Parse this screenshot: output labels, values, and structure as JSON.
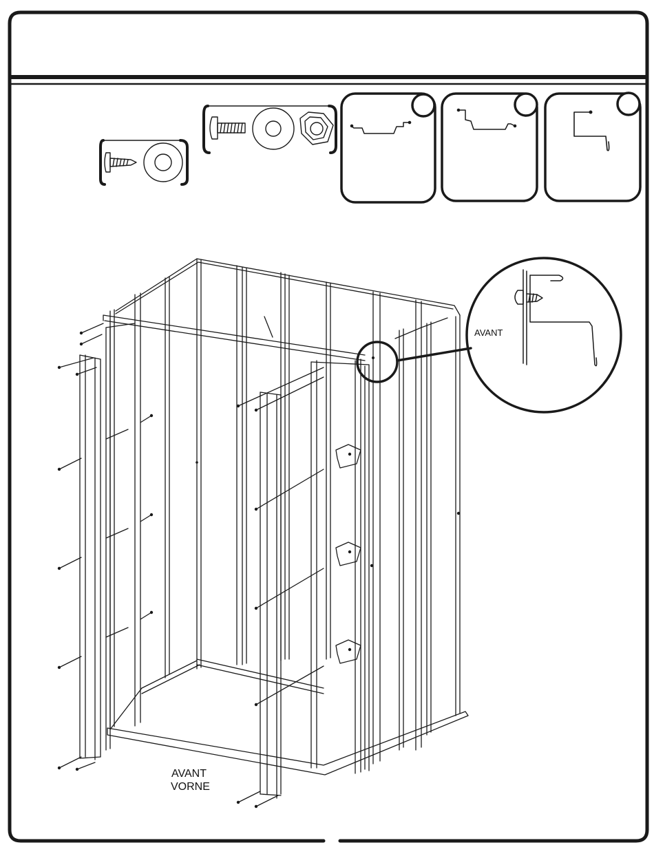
{
  "diagram": {
    "callout_label": "AVANT",
    "front_label": "AVANT",
    "front_label_2": "VORNE"
  },
  "parts": {
    "hardware": [
      "self-tapping-screw",
      "washer",
      "bolt",
      "washer",
      "hex-nut"
    ],
    "profiles": [
      "channel-profile-a",
      "channel-profile-b",
      "z-bracket-profile"
    ]
  },
  "colors": {
    "line": "#1a1a1a",
    "background": "#ffffff"
  }
}
